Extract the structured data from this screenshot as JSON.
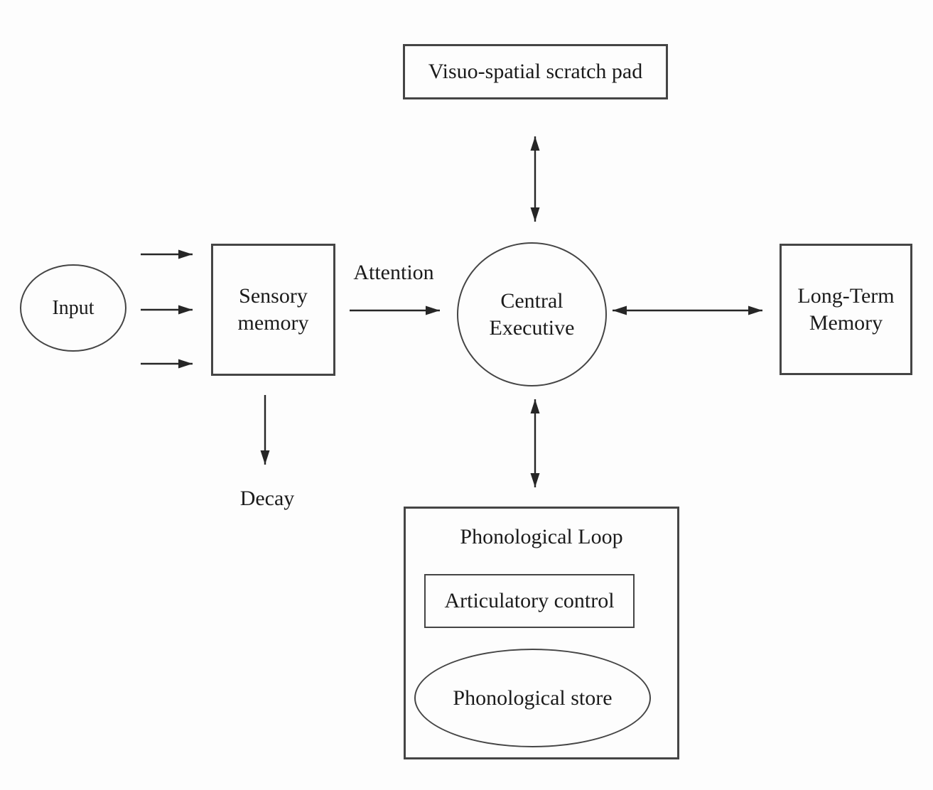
{
  "diagram": {
    "nodes": {
      "visuo_spatial_scratch_pad": "Visuo-spatial scratch pad",
      "input": "Input",
      "sensory_memory": "Sensory memory",
      "central_executive": "Central Executive",
      "long_term_memory": "Long-Term Memory",
      "phonological_loop": "Phonological Loop",
      "articulatory_control": "Articulatory control",
      "phonological_store": "Phonological store"
    },
    "edge_labels": {
      "attention": "Attention",
      "decay": "Decay"
    },
    "colors": {
      "line": "#262626",
      "border": "#454545",
      "text": "#1b1b1b",
      "background": "#fdfdfd"
    }
  }
}
